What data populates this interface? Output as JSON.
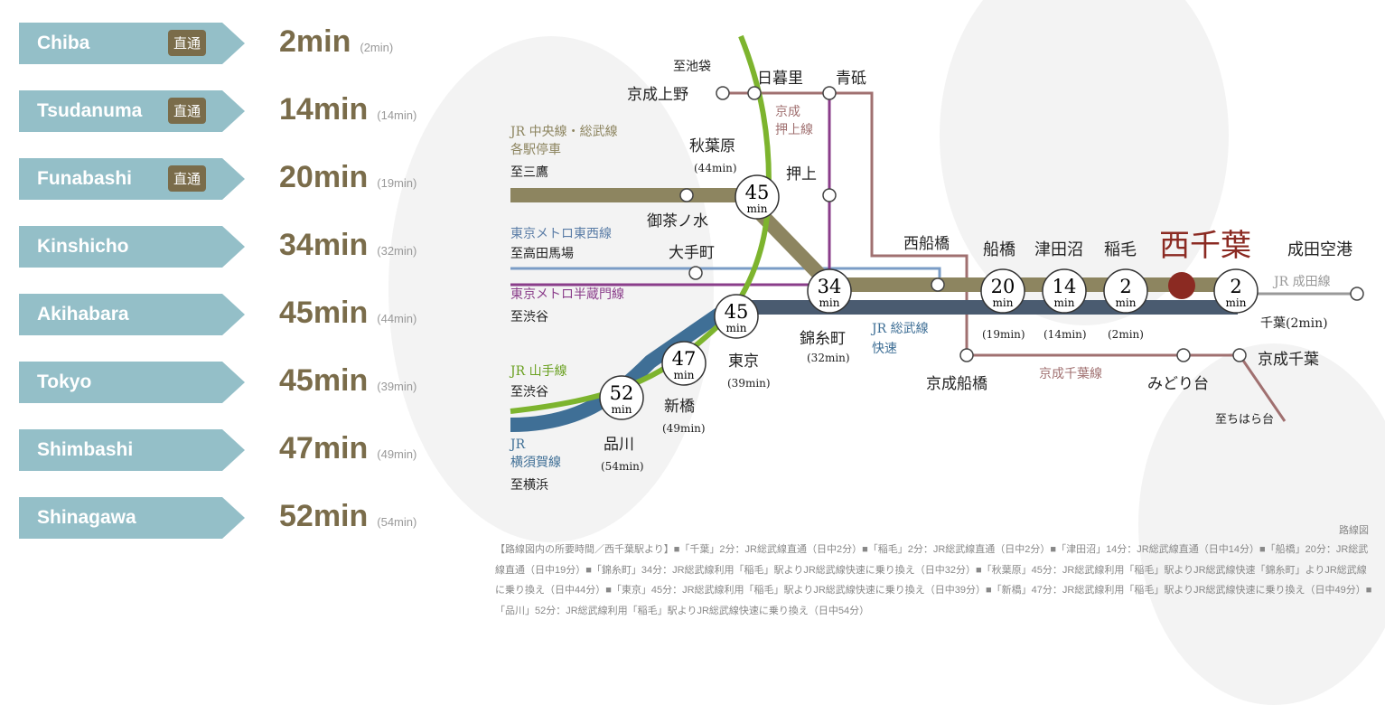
{
  "rows": [
    {
      "name": "Chiba",
      "badge": "直通",
      "time": "2min",
      "daytime": "(2min)"
    },
    {
      "name": "Tsudanuma",
      "badge": "直通",
      "time": "14min",
      "daytime": "(14min)"
    },
    {
      "name": "Funabashi",
      "badge": "直通",
      "time": "20min",
      "daytime": "(19min)"
    },
    {
      "name": "Kinshicho",
      "badge": "",
      "time": "34min",
      "daytime": "(32min)"
    },
    {
      "name": "Akihabara",
      "badge": "",
      "time": "45min",
      "daytime": "(44min)"
    },
    {
      "name": "Tokyo",
      "badge": "",
      "time": "45min",
      "daytime": "(39min)"
    },
    {
      "name": "Shimbashi",
      "badge": "",
      "time": "47min",
      "daytime": "(49min)"
    },
    {
      "name": "Shinagawa",
      "badge": "",
      "time": "52min",
      "daytime": "(54min)"
    }
  ],
  "map": {
    "labels": {
      "ikebukuro": "至池袋",
      "nippori": "日暮里",
      "aoto": "青砥",
      "keisei_ueno": "京成上野",
      "keisei_oshiage_line_1": "京成",
      "keisei_oshiage_line_2": "押上線",
      "chuo_sobu_1": "JR 中央線・総武線",
      "chuo_sobu_2": "各駅停車",
      "mitaka": "至三鷹",
      "akihabara": "秋葉原",
      "akihabara_t": "(44min)",
      "oshiage": "押上",
      "ochanomizu": "御茶ノ水",
      "tozai": "東京メトロ東西線",
      "takadanobaba": "至高田馬場",
      "otemachi": "大手町",
      "hanzomon": "東京メトロ半蔵門線",
      "shibuya1": "至渋谷",
      "nishifunabashi": "西船橋",
      "funabashi": "船橋",
      "tsudanuma": "津田沼",
      "inage": "稲毛",
      "nishichiba": "西千葉",
      "narita_airport": "成田空港",
      "narita_line": "JR 成田線",
      "chiba": "千葉(2min)",
      "kinshicho": "錦糸町",
      "kinshicho_t": "(32min)",
      "sobu_rapid_1": "JR 総武線",
      "sobu_rapid_2": "快速",
      "tokyo": "東京",
      "tokyo_t": "(39min)",
      "shimbashi": "新橋",
      "shimbashi_t": "(49min)",
      "shinagawa": "品川",
      "shinagawa_t": "(54min)",
      "yamanote": "JR 山手線",
      "shibuya2": "至渋谷",
      "yokosuka_1": "JR",
      "yokosuka_2": "横須賀線",
      "yokohama": "至横浜",
      "keisei_funabashi": "京成船橋",
      "keisei_chiba_line": "京成千葉線",
      "midoridai": "みどり台",
      "keisei_chiba": "京成千葉",
      "chiharadai": "至ちはら台",
      "f_t": "(19min)",
      "t_t": "(14min)",
      "i_t": "(2min)"
    },
    "circles": [
      {
        "id": "akihabara",
        "num": "45"
      },
      {
        "id": "kinshicho",
        "num": "34"
      },
      {
        "id": "tokyo",
        "num": "45"
      },
      {
        "id": "shimbashi",
        "num": "47"
      },
      {
        "id": "shinagawa",
        "num": "52"
      },
      {
        "id": "funabashi",
        "num": "20"
      },
      {
        "id": "tsudanuma",
        "num": "14"
      },
      {
        "id": "inage",
        "num": "2"
      },
      {
        "id": "chiba",
        "num": "2"
      }
    ],
    "min_unit": "min",
    "colors": {
      "chuo": "#8d8560",
      "rapid": "#4a5b70",
      "yokosuka": "#3f6f96",
      "yamanote": "#7db42e",
      "hanzomon": "#8a3d8a",
      "tozai": "#7a9cc6",
      "keisei": "#a07070",
      "nishichiba": "#8b2a22"
    }
  },
  "caption": "路線図",
  "note": "【路線図内の所要時間／西千葉駅より】■「千葉」2分：JR総武線直通（日中2分）■「稲毛」2分：JR総武線直通（日中2分）■「津田沼」14分：JR総武線直通（日中14分）■「船橋」20分：JR総武線直通（日中19分）■「錦糸町」34分：JR総武線利用「稲毛」駅よりJR総武線快速に乗り換え（日中32分）■「秋葉原」45分：JR総武線利用「稲毛」駅よりJR総武線快速「錦糸町」よりJR総武線に乗り換え（日中44分）■「東京」45分：JR総武線利用「稲毛」駅よりJR総武線快速に乗り換え（日中39分）■「新橋」47分：JR総武線利用「稲毛」駅よりJR総武線快速に乗り換え（日中49分）■「品川」52分：JR総武線利用「稲毛」駅よりJR総武線快速に乗り換え（日中54分）"
}
